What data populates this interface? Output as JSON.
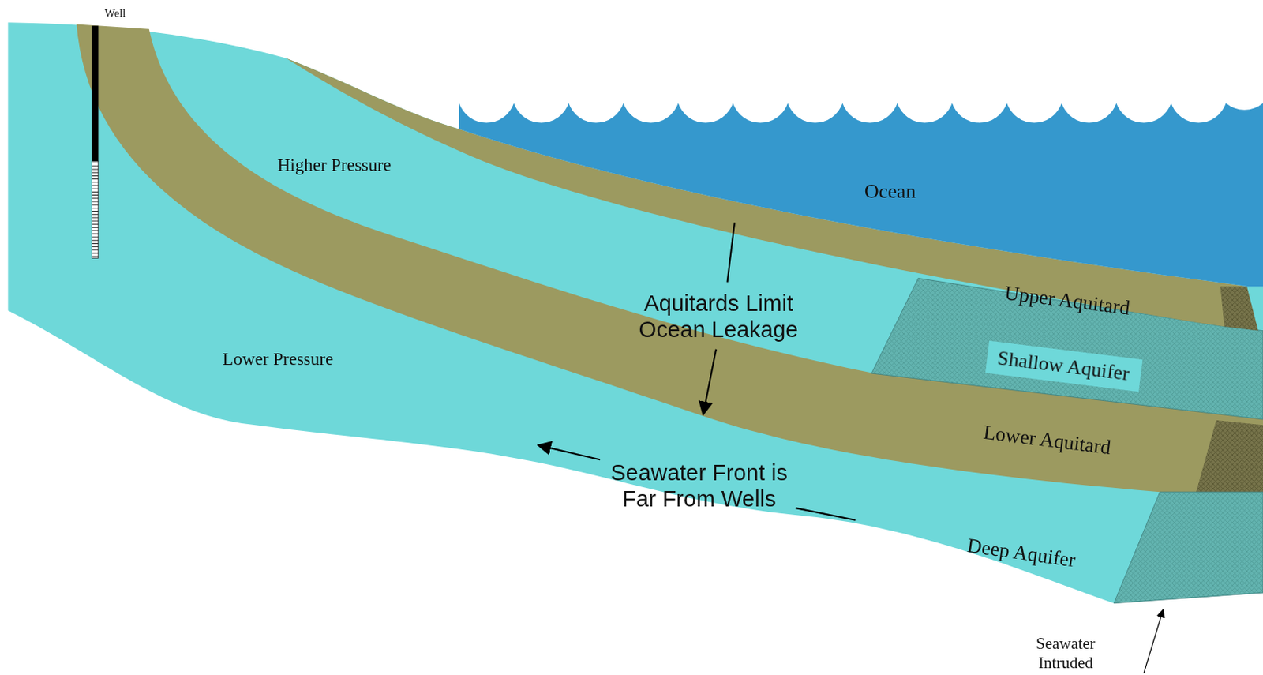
{
  "diagram": {
    "nodes": [
      {
        "text": [
          "Shallow Aquifer"
        ]
      }
    ],
    "labels": [
      "Well",
      "Higher Pressure",
      "Ocean",
      "Aquitards Limit Ocean Leakage",
      "Upper Aquitard",
      "Lower Pressure",
      "Lower Aquitard",
      "Seawater Front is Far From Wells",
      "Deep Aquifer",
      "Seawater Intruded"
    ]
  }
}
